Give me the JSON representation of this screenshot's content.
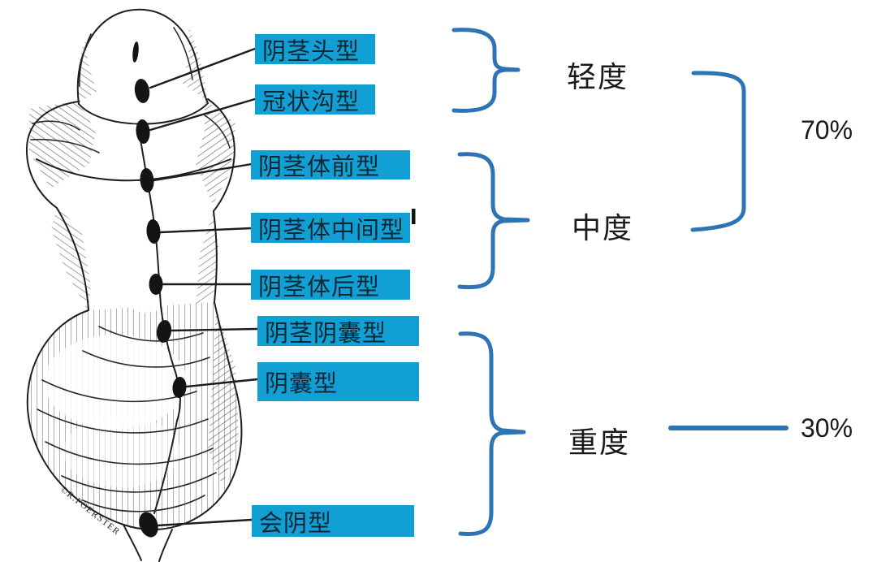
{
  "colors": {
    "label_box": "#129fd4",
    "label_text": "#0d2836",
    "brace": "#2e74b5",
    "ink": "#1f1f1f"
  },
  "types": [
    {
      "label": "阴茎头型"
    },
    {
      "label": "冠状沟型"
    },
    {
      "label": "阴茎体前型"
    },
    {
      "label": "阴茎体中间型"
    },
    {
      "label": "阴茎体后型"
    },
    {
      "label": "阴茎阴囊型"
    },
    {
      "label": "阴囊型"
    },
    {
      "label": "会阴型"
    }
  ],
  "severities": [
    {
      "label": "轻度",
      "types": [
        "阴茎头型",
        "冠状沟型"
      ]
    },
    {
      "label": "中度",
      "types": [
        "阴茎体前型",
        "阴茎体中间型",
        "阴茎体后型"
      ]
    },
    {
      "label": "重度",
      "types": [
        "阴茎阴囊型",
        "阴囊型",
        "会阴型"
      ]
    }
  ],
  "percentages": [
    {
      "label": "70%",
      "covers": [
        "轻度",
        "中度"
      ]
    },
    {
      "label": "30%",
      "covers": [
        "重度"
      ]
    }
  ],
  "illustration": {
    "signature": "©R.FOERSTER"
  }
}
